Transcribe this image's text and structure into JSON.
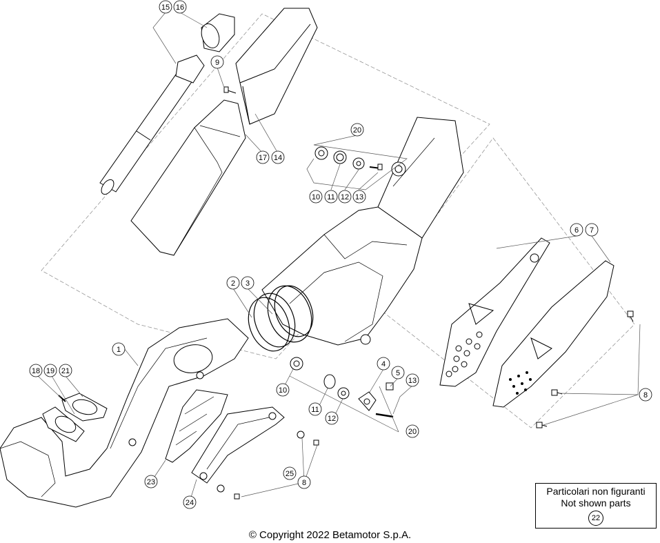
{
  "diagram": {
    "callouts": [
      "15",
      "16",
      "9",
      "17",
      "14",
      "20",
      "10",
      "11",
      "12",
      "13",
      "6",
      "7",
      "2",
      "3",
      "1",
      "18",
      "19",
      "21",
      "4",
      "5",
      "13",
      "10",
      "11",
      "12",
      "20",
      "8",
      "8",
      "8",
      "23",
      "25",
      "24"
    ],
    "note": {
      "line1": "Particolari non figuranti",
      "line2": "Not shown parts",
      "ref": "22"
    },
    "copyright": "© Copyright 2022 Betamotor S.p.A."
  }
}
